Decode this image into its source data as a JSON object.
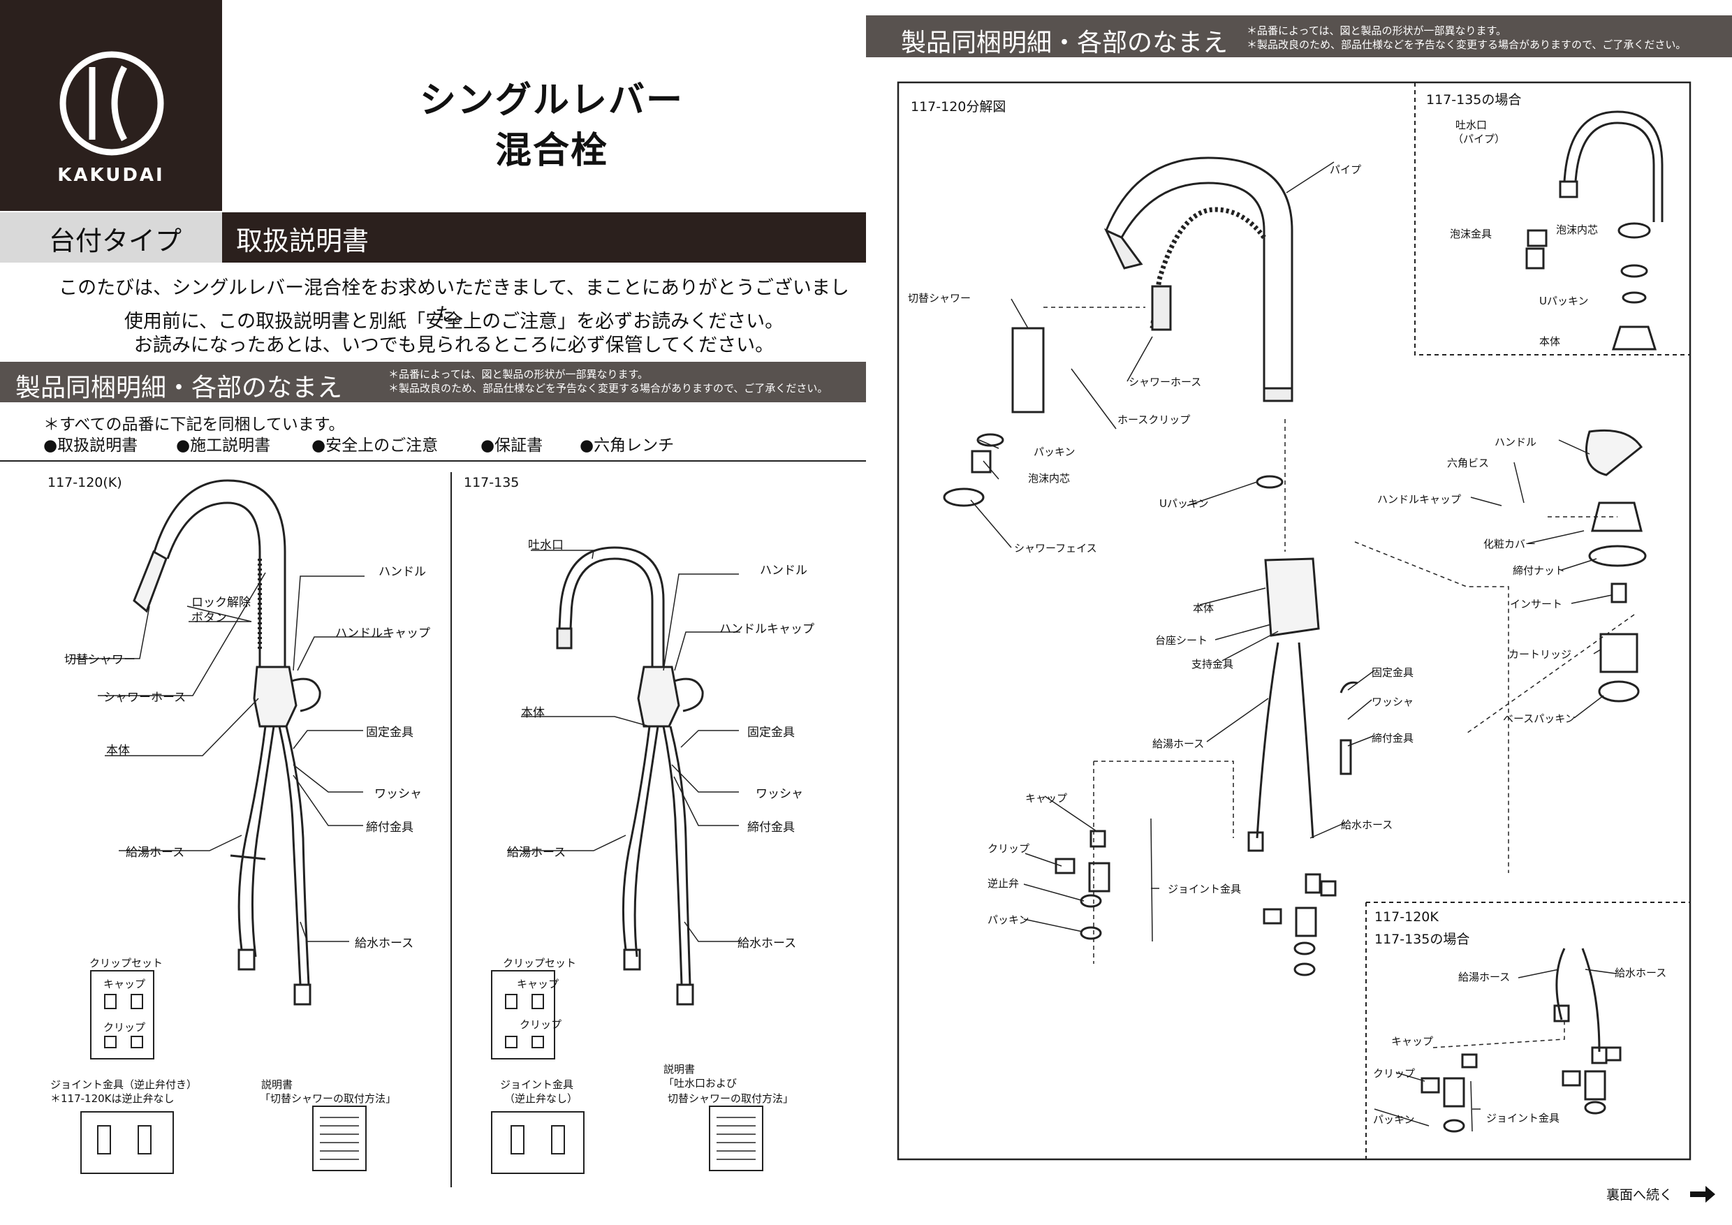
{
  "brand": {
    "logo_text": "KAKUDAI"
  },
  "title": {
    "line1": "シングルレバー",
    "line2": "混合栓"
  },
  "band": {
    "type": "台付タイプ",
    "doc": "取扱説明書"
  },
  "intro": [
    "このたびは、シングルレバー混合栓をお求めいただきまして、まことにありがとうございました。",
    "使用前に、この取扱説明書と別紙「安全上のご注意」を必ずお読みください。",
    "お読みになったあとは、いつでも見られるところに必ず保管してください。"
  ],
  "section": {
    "title": "製品同梱明細・各部のなまえ",
    "note1": "＊品番によっては、図と製品の形状が一部異なります。",
    "note2": "＊製品改良のため、部品仕様などを予告なく変更する場合がありますので、ご了承ください。"
  },
  "contents": {
    "note": "＊すべての品番に下記を同梱しています。",
    "items": [
      "●取扱説明書",
      "●施工説明書",
      "●安全上のご注意",
      "●保証書",
      "●六角レンチ"
    ]
  },
  "model_a": {
    "name": "117-120(K)",
    "labels": [
      "ハンドル",
      "ロック解除",
      "ボタン",
      "ハンドルキャップ",
      "切替シャワー",
      "シャワーホース",
      "本体",
      "固定金具",
      "ワッシャ",
      "締付金具",
      "給湯ホース",
      "給水ホース"
    ],
    "clipset": "クリップセット",
    "cap": "キャップ",
    "clip": "クリップ",
    "joint": "ジョイント金具（逆止弁付き）",
    "joint_note": "＊117-120Kは逆止弁なし",
    "manual": "説明書",
    "manual_detail": "「切替シャワーの取付方法」"
  },
  "model_b": {
    "name": "117-135",
    "labels": [
      "吐水口",
      "ハンドル",
      "ハンドルキャップ",
      "本体",
      "固定金具",
      "ワッシャ",
      "締付金具",
      "給湯ホース",
      "給水ホース"
    ],
    "clipset": "クリップセット",
    "cap": "キャップ",
    "clip": "クリップ",
    "joint": "ジョイント金具",
    "joint_note": "（逆止弁なし）",
    "manual": "説明書",
    "manual_d1": "「吐水口および",
    "manual_d2": "切替シャワーの取付方法」"
  },
  "exploded": {
    "title": "117-120分解図",
    "labels": [
      "パイプ",
      "切替シャワー",
      "シャワーホース",
      "ホースクリップ",
      "パッキン",
      "泡沫内芯",
      "シャワーフェイス",
      "Uパッキン",
      "本体",
      "台座シート",
      "支持金具",
      "固定金具",
      "ワッシャ",
      "締付金具",
      "給湯ホース",
      "給水ホース",
      "キャップ",
      "クリップ",
      "逆止弁",
      "パッキン",
      "ジョイント金具",
      "ハンドル",
      "六角ビス",
      "ハンドルキャップ",
      "化粧カバー",
      "締付ナット",
      "インサート",
      "カートリッジ",
      "ベースパッキン"
    ]
  },
  "inset135": {
    "title": "117-135の場合",
    "labels": [
      "吐水口",
      "（パイプ）",
      "泡沫金具",
      "泡沫内芯",
      "Uパッキン",
      "本体"
    ]
  },
  "inset120k": {
    "title1": "117-120K",
    "title2": "117-135の場合",
    "labels": [
      "給湯ホース",
      "給水ホース",
      "キャップ",
      "クリップ",
      "パッキン",
      "ジョイント金具"
    ]
  },
  "footer": {
    "continue": "裏面へ続く"
  }
}
